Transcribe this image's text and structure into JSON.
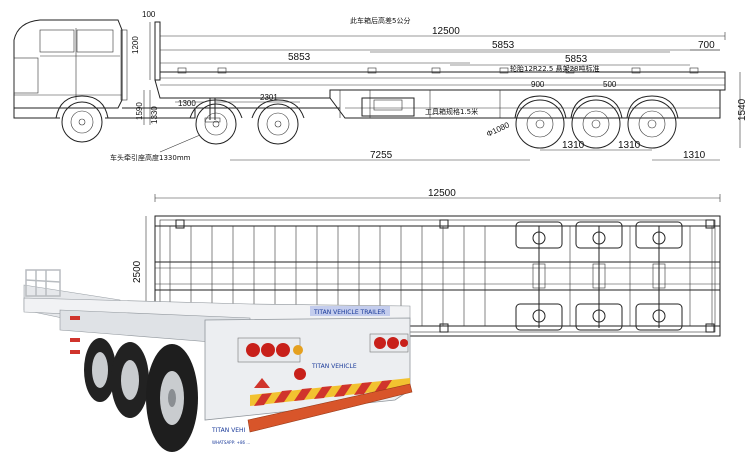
{
  "side_view": {
    "dims": {
      "top_overall": "12500",
      "kingpin_front": "100",
      "headboard_height": "1200",
      "span_left": "5853",
      "span_mid": "5853",
      "span_right": "5853",
      "rear_overhang_top": "700",
      "landing_gear": "1300",
      "kingpin_to_gear": "2301",
      "left_height_a": "1590",
      "left_height_b": "1330",
      "wheel_dia": "Φ1080",
      "axle_spacing_1": "1310",
      "axle_spacing_2": "1310",
      "rear_overhang": "1310",
      "kingpin_to_axle": "7255",
      "spring_a": "900",
      "spring_b": "500",
      "right_height": "1540"
    },
    "notes": {
      "top_note": "此车箱后高差5公分",
      "tire_note": "轮胎12R22.5 悬架28吨标准",
      "toolbox_note": "工具箱规格1.5米",
      "fifth_wheel_note": "车头牵引座高度1330mm"
    }
  },
  "top_view": {
    "dims": {
      "overall_length": "12500",
      "overall_width": "2500"
    }
  },
  "photo": {
    "brand_text": "TITAN VEHICLE TRAILER",
    "brand_text_short": "TITAN VEHICLE",
    "side_brand": "TITAN VEHI",
    "side_small": "WHATSAPP: +86 ...",
    "colors": {
      "frame": "#e8e9ec",
      "tire": "#222222",
      "rim": "#c9cccf",
      "reflective_red": "#d0342c",
      "reflective_yellow": "#f2c230",
      "bumper_orange": "#d8552a",
      "tail_light": "#c8201a"
    }
  }
}
